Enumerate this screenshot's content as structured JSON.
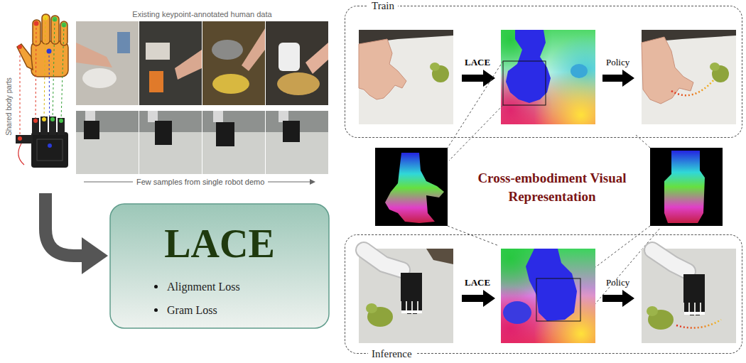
{
  "diagram": {
    "nodes": [
      {
        "text": [
          "LACE",
          "Alignment Loss",
          "Gram Loss"
        ]
      },
      {
        "text": [
          "Train"
        ]
      },
      {
        "text": [
          "Inference"
        ]
      }
    ],
    "labels": [
      "Existing keypoint-annotated human data",
      "Shared body parts",
      "Few samples from single robot demo",
      "LACE",
      "Policy",
      "Cross-embodiment Visual Representation",
      "LACE",
      "Policy"
    ]
  }
}
